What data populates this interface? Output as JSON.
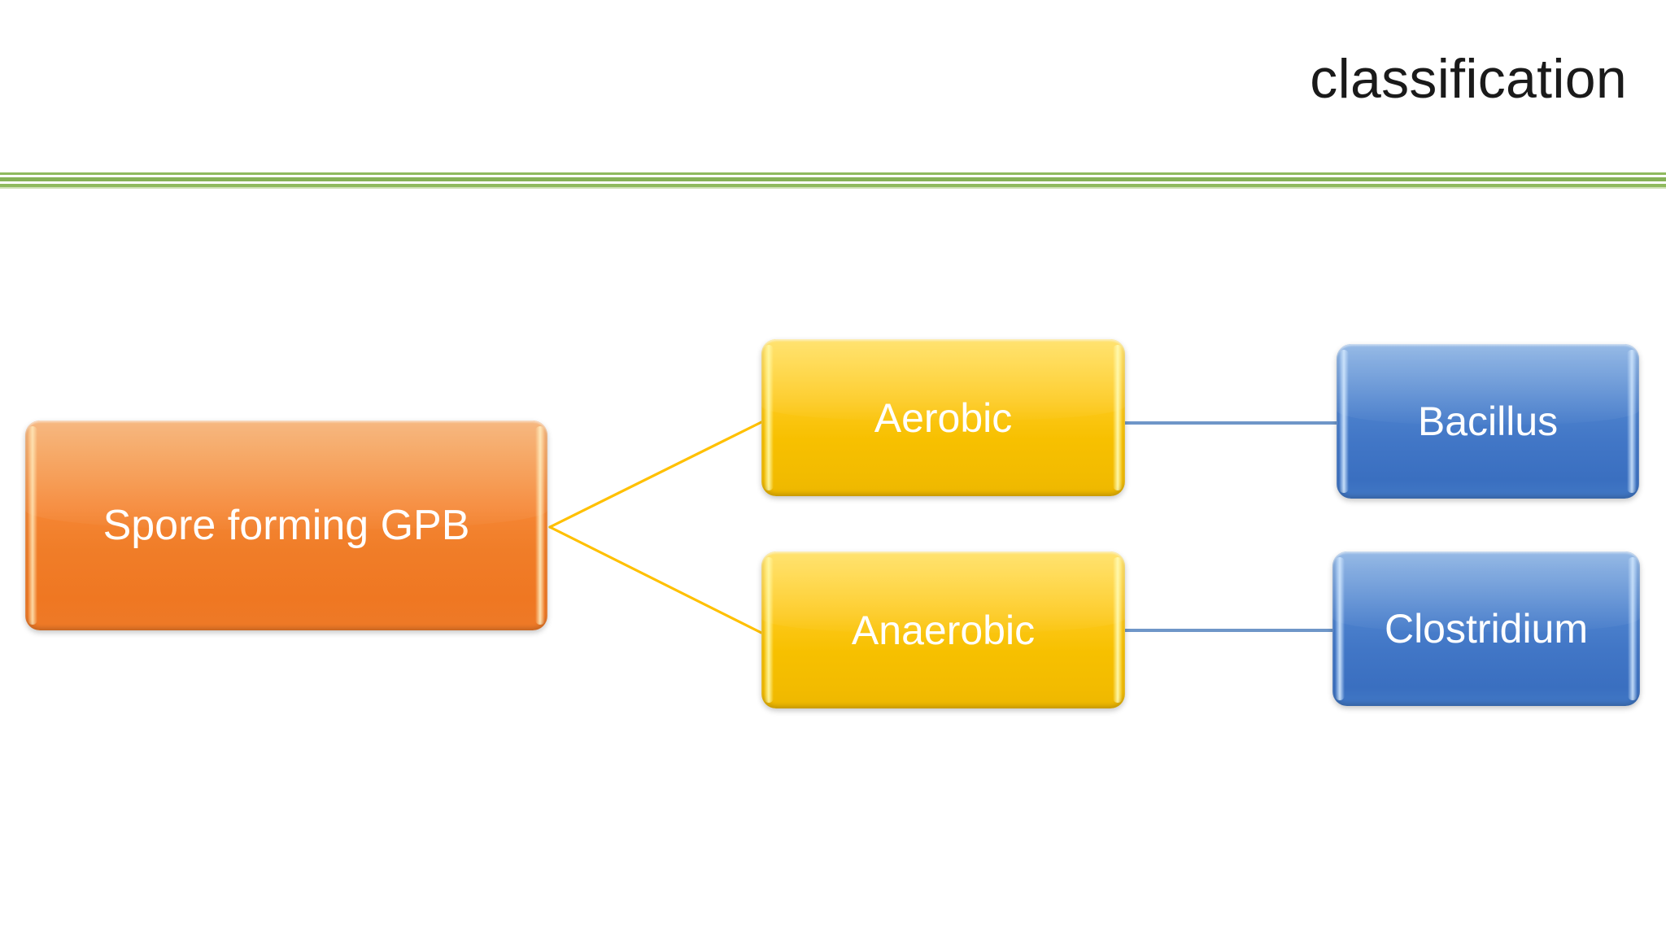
{
  "slide": {
    "title": "classification",
    "background_color": "#ffffff",
    "divider_color": "#8fba5e"
  },
  "diagram": {
    "root": {
      "label": "Spore forming GPB",
      "color": "#f58634",
      "text_color": "#ffffff"
    },
    "branches": [
      {
        "label": "Aerobic",
        "color": "#fdc91c",
        "text_color": "#ffffff",
        "leaf": {
          "label": "Bacillus",
          "color": "#4e83ce",
          "text_color": "#ffffff"
        }
      },
      {
        "label": "Anaerobic",
        "color": "#fdc91c",
        "text_color": "#ffffff",
        "leaf": {
          "label": "Clostridium",
          "color": "#4e83ce",
          "text_color": "#ffffff"
        }
      }
    ],
    "connector_colors": {
      "root_to_branch": "#ffc000",
      "branch_to_leaf": "#6f96c8"
    }
  }
}
